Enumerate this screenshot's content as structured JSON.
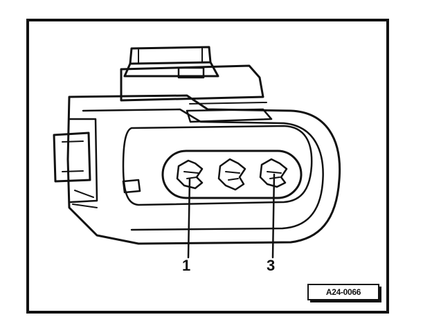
{
  "figure": {
    "reference_code": "A24-0066",
    "callouts": [
      {
        "id": "1",
        "label": "1"
      },
      {
        "id": "3",
        "label": "3"
      }
    ]
  },
  "colors": {
    "ink": "#111111",
    "paper": "#ffffff"
  }
}
